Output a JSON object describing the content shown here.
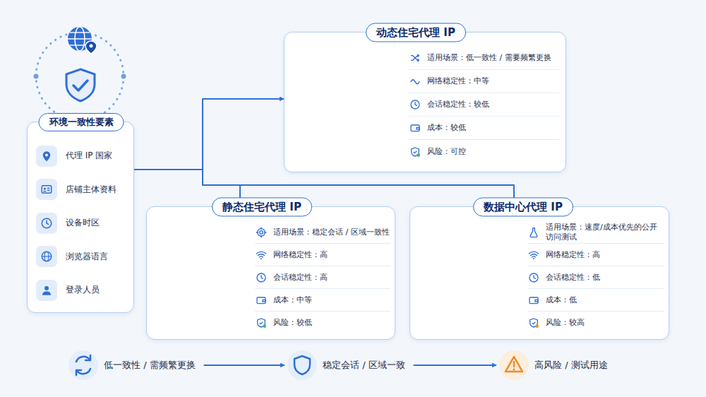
{
  "diagram": {
    "nodes": [
      {
        "text": [
          "环境一致性要素",
          "代理 IP 国家",
          "店铺主体资料",
          "设备时区",
          "浏览器语言",
          "登录人员"
        ]
      },
      {
        "text": [
          "动态住宅代理 IP",
          "适用场景：低一致性 / 需要频繁更换",
          "网络稳定性：中等",
          "会话稳定性：较低",
          "成本：较低",
          "风险：可控"
        ]
      },
      {
        "text": [
          "静态住宅代理 IP",
          "适用场景：稳定会话 / 区域一致性",
          "网络稳定性：高",
          "会话稳定性：高",
          "成本：中等",
          "风险：较低"
        ]
      },
      {
        "text": [
          "数据中心代理 IP",
          "适用场景：速度/成本优先的公开访问测试",
          "网络稳定性：高",
          "会话稳定性：低",
          "成本：低",
          "风险：较高"
        ]
      },
      {
        "text": [
          "低一致性 / 需频繁更换"
        ]
      },
      {
        "text": [
          "稳定会话 / 区域一致"
        ]
      },
      {
        "text": [
          "高风险 / 测试用途"
        ]
      }
    ],
    "edges": [
      {
        "from": 0,
        "to": 1,
        "arrow": "to"
      },
      {
        "from": 0,
        "to": 2,
        "arrow": "to"
      },
      {
        "from": 0,
        "to": 3,
        "arrow": "to"
      },
      {
        "from": 4,
        "to": 5,
        "arrow": "to"
      },
      {
        "from": 5,
        "to": 6,
        "arrow": "to"
      }
    ]
  }
}
